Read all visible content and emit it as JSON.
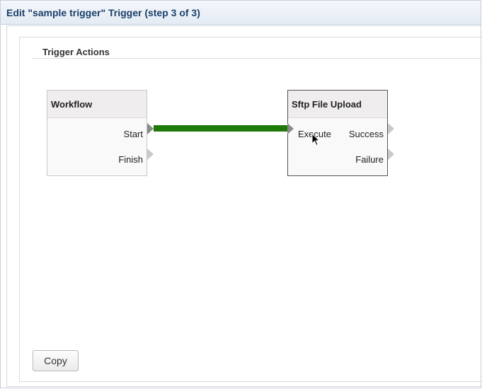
{
  "dialog": {
    "title": "Edit \"sample trigger\" Trigger (step 3 of 3)"
  },
  "section": {
    "title": "Trigger Actions"
  },
  "nodes": {
    "workflow": {
      "title": "Workflow",
      "outputs": [
        "Start",
        "Finish"
      ]
    },
    "sftp": {
      "title": "Sftp File Upload",
      "inputs": [
        "Execute"
      ],
      "outputs": [
        "Success",
        "Failure"
      ]
    }
  },
  "connections": [
    {
      "from": "Workflow.Start",
      "to": "Sftp File Upload.Execute",
      "color": "#1f7a0a"
    }
  ],
  "footer": {
    "copy_label": "Copy"
  },
  "colors": {
    "title_text": "#1b3f6b",
    "connector": "#1f7a0a",
    "port_idle": "#c9c9c9"
  }
}
